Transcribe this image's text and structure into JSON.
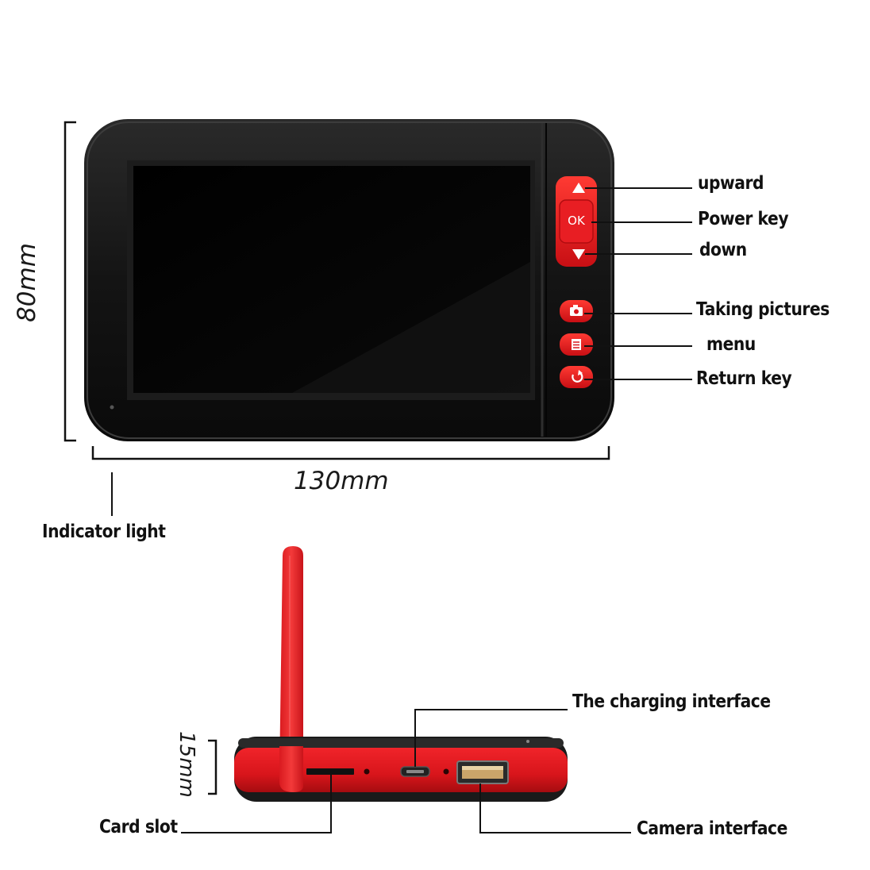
{
  "title": "",
  "dimensions": {
    "height": "80mm",
    "width": "130mm",
    "thickness": "15mm"
  },
  "front_labels": {
    "upward": "upward",
    "power_key": "Power key",
    "down": "down",
    "taking_pictures": "Taking pictures",
    "menu": "menu",
    "return_key": "Return key",
    "indicator_light": "Indicator light"
  },
  "side_labels": {
    "charging_interface": "The charging interface",
    "card_slot": "Card slot",
    "camera_interface": "Camera interface"
  },
  "buttons": {
    "ok": "OK"
  },
  "colors": {
    "device_body": "#141414",
    "accent_red": "#e3161c",
    "screen": "#000000"
  },
  "icons": [
    "triangle-up-icon",
    "triangle-down-icon",
    "camera-icon",
    "menu-icon",
    "return-icon"
  ]
}
